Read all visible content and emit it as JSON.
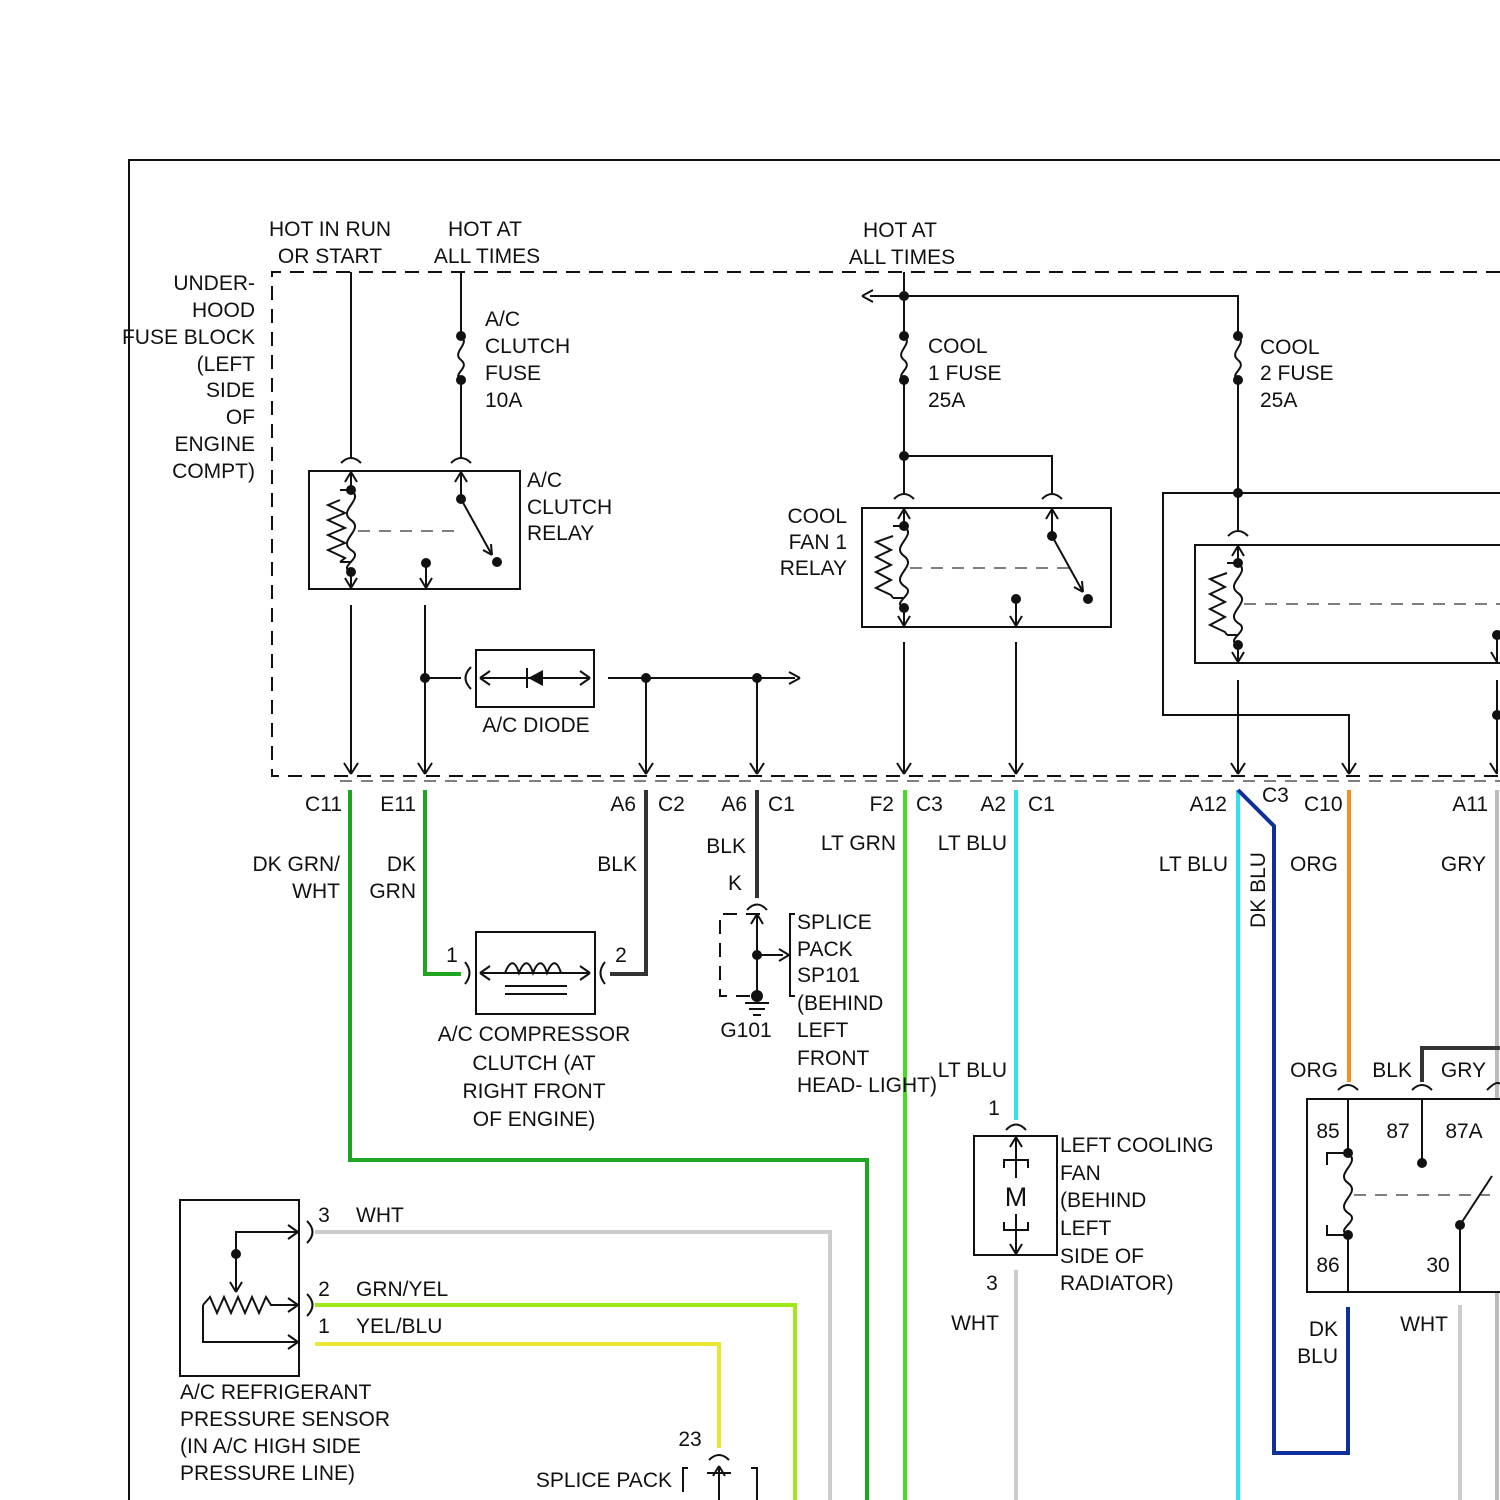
{
  "colors": {
    "dk_grn_wht": "#1fa51f",
    "dk_grn": "#1fa51f",
    "blk": "#333333",
    "lt_grn": "#44dd22",
    "lt_blu": "#33e0ee",
    "dk_blu": "#0f2f9a",
    "org": "#f0901e",
    "gry": "#bbbbbb",
    "wht": "#cccccc",
    "grn_yel": "#9fe81a",
    "yel_blu": "#e8e830"
  },
  "supply": {
    "hot_run_start": [
      "HOT IN RUN",
      "OR START"
    ],
    "hot_all_times_1": [
      "HOT AT",
      "ALL TIMES"
    ],
    "hot_all_times_2": [
      "HOT AT",
      "ALL TIMES"
    ]
  },
  "fuse_block_label": [
    "UNDER-",
    "HOOD",
    "FUSE BLOCK",
    "(LEFT",
    "SIDE",
    "OF",
    "ENGINE",
    "COMPT)"
  ],
  "fuses": {
    "ac_clutch": [
      "A/C",
      "CLUTCH",
      "FUSE",
      "10A"
    ],
    "cool1": [
      "COOL",
      "1 FUSE",
      "25A"
    ],
    "cool2": [
      "COOL",
      "2 FUSE",
      "25A"
    ]
  },
  "relays": {
    "ac_clutch": [
      "A/C",
      "CLUTCH",
      "RELAY"
    ],
    "cool_fan1": [
      "COOL",
      "FAN 1",
      "RELAY"
    ]
  },
  "ac_diode": "A/C DIODE",
  "connectors": {
    "c11": "C11",
    "e11": "E11",
    "a6a": "A6",
    "c2": "C2",
    "a6b": "A6",
    "c1a": "C1",
    "f2": "F2",
    "c3a": "C3",
    "a2": "A2",
    "c1b": "C1",
    "a12": "A12",
    "c3b": "C3",
    "c10": "C10",
    "a11": "A11"
  },
  "wires": {
    "dk_grn_wht": [
      "DK GRN/",
      "WHT"
    ],
    "dk_grn": [
      "DK",
      "GRN"
    ],
    "blk_comp": "BLK",
    "blk_splice": "BLK",
    "lt_grn": "LT GRN",
    "lt_blu_top": "LT BLU",
    "lt_blu_right": "LT BLU",
    "dk_blu_vert": "DK BLU",
    "org_top": "ORG",
    "gry_top": "GRY",
    "lt_blu_fan": "LT BLU",
    "wht_fan": "WHT",
    "org_relay": "ORG",
    "blk_relay": "BLK",
    "gry_relay": "GRY",
    "dk_blu_bottom": [
      "DK",
      "BLU"
    ],
    "wht_relay": "WHT",
    "sensor_wht": "WHT",
    "sensor_grn_yel": "GRN/YEL",
    "sensor_yel_blu": "YEL/BLU"
  },
  "compressor": {
    "pin1": "1",
    "pin2": "2",
    "label": [
      "A/C COMPRESSOR",
      "CLUTCH (AT",
      "RIGHT FRONT",
      "OF ENGINE)"
    ]
  },
  "splice": {
    "pin": "K",
    "label": [
      "SPLICE",
      "PACK",
      "SP101",
      "(BEHIND",
      "LEFT",
      "FRONT",
      "HEAD- LIGHT)"
    ],
    "ground": "G101"
  },
  "fan": {
    "pin1": "1",
    "pin3": "3",
    "motor": "M",
    "label": [
      "LEFT COOLING",
      "FAN",
      "(BEHIND",
      "LEFT",
      "SIDE OF",
      "RADIATOR)"
    ]
  },
  "relay_box": {
    "t85": "85",
    "t87": "87",
    "t87a": "87A",
    "t86": "86",
    "t30": "30"
  },
  "sensor": {
    "pin3": "3",
    "pin2": "2",
    "pin1": "1",
    "label": [
      "A/C REFRIGERANT",
      "PRESSURE SENSOR",
      "(IN A/C HIGH SIDE",
      "PRESSURE LINE)"
    ]
  },
  "splice_pack_bottom": {
    "pin": "23",
    "label": "SPLICE PACK"
  }
}
